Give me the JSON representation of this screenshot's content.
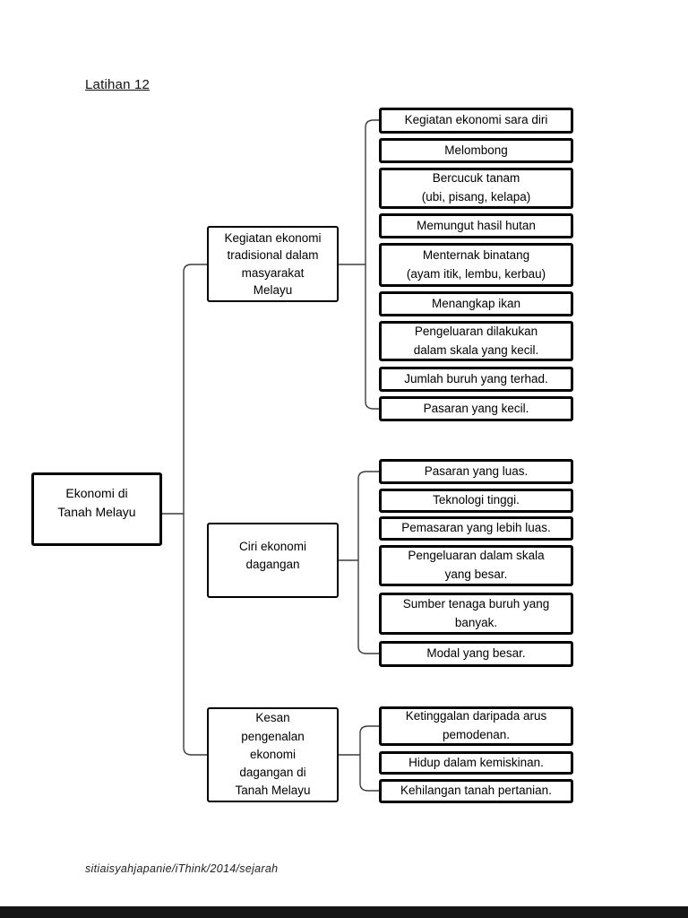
{
  "page": {
    "title": "Latihan 12",
    "footer": "sitiaisyahjapanie/iThink/2014/sejarah",
    "background_color": "#ffffff",
    "ink_color": "#000000",
    "connector_color": "#3d3d3d"
  },
  "diagram": {
    "root": "Ekonomi di\nTanah Melayu",
    "branches": [
      {
        "label": "Kegiatan ekonomi\ntradisional dalam\nmasyarakat\nMelayu",
        "children": [
          "Kegiatan ekonomi sara diri",
          "Melombong",
          "Bercucuk tanam\n(ubi, pisang, kelapa)",
          "Memungut hasil hutan",
          "Menternak binatang\n(ayam itik, lembu, kerbau)",
          "Menangkap ikan",
          "Pengeluaran dilakukan\ndalam skala yang kecil.",
          "Jumlah buruh yang terhad.",
          "Pasaran yang kecil."
        ]
      },
      {
        "label": "Ciri ekonomi\ndagangan",
        "children": [
          "Pasaran yang luas.",
          "Teknologi tinggi.",
          "Pemasaran yang lebih luas.",
          "Pengeluaran dalam skala\nyang besar.",
          "Sumber tenaga buruh yang\nbanyak.",
          "Modal yang besar."
        ]
      },
      {
        "label": "Kesan\npengenalan\nekonomi\ndagangan di\nTanah Melayu",
        "children": [
          "Ketinggalan daripada arus\npemodenan.",
          "Hidup dalam kemiskinan.",
          "Kehilangan tanah pertanian."
        ]
      }
    ]
  }
}
